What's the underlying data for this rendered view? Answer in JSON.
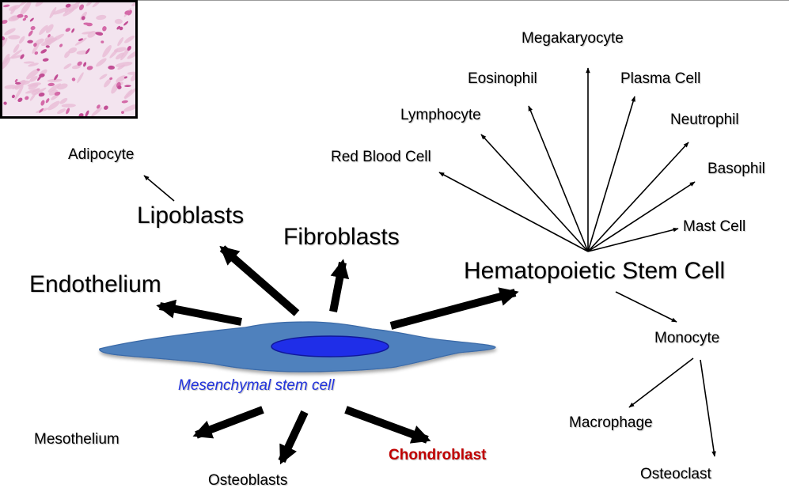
{
  "colors": {
    "cell_body": "#4f81bd",
    "nucleus": "#1f2ee8",
    "msc_label": "#2233dd",
    "chondroblast": "#c00000",
    "arrows": "#000000",
    "micrograph_bg": "#f3e4ef"
  },
  "micrograph": {
    "icon": "histology-micrograph",
    "alt": ""
  },
  "msc": {
    "label": "Mesenchymal stem cell"
  },
  "msc_targets": {
    "endothelium": "Endothelium",
    "lipoblasts": "Lipoblasts",
    "adipocyte": "Adipocyte",
    "fibroblasts": "Fibroblasts",
    "hsc": "Hematopoietic Stem Cell",
    "mesothelium": "Mesothelium",
    "osteoblasts": "Osteoblasts",
    "chondroblast": "Chondroblast"
  },
  "hsc_targets": {
    "megakaryocyte": "Megakaryocyte",
    "eosinophil": "Eosinophil",
    "plasma_cell": "Plasma Cell",
    "lymphocyte": "Lymphocyte",
    "neutrophil": "Neutrophil",
    "red_blood_cell": "Red Blood Cell",
    "basophil": "Basophil",
    "mast_cell": "Mast Cell",
    "monocyte": "Monocyte"
  },
  "monocyte_targets": {
    "macrophage": "Macrophage",
    "osteoclast": "Osteoclast"
  }
}
